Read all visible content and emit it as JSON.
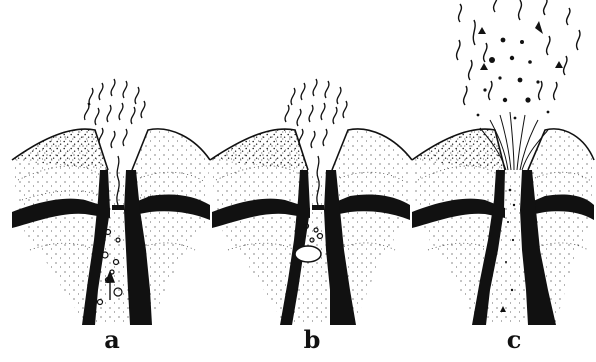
{
  "panels": [
    {
      "label": "a"
    },
    {
      "label": "b"
    },
    {
      "label": "c"
    }
  ],
  "colors": {
    "ink": "#111111",
    "paper": "#ffffff"
  }
}
